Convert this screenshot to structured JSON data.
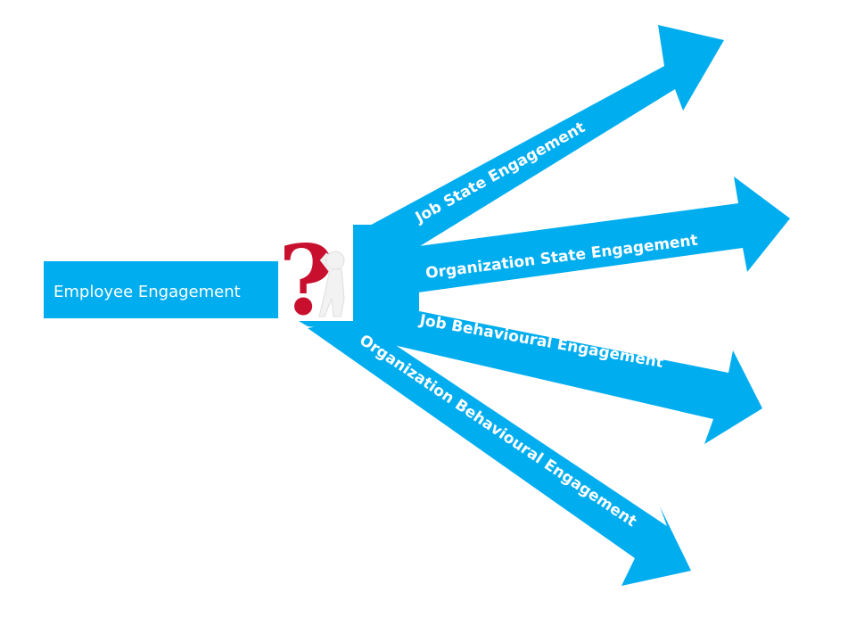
{
  "colors": {
    "arrow": "#00adef",
    "question": "#c8102e",
    "figure": "#f2f2f2"
  },
  "root": {
    "label": "Employee Engagement"
  },
  "branches": [
    {
      "label": "Job State Engagement"
    },
    {
      "label": "Organization  State Engagement"
    },
    {
      "label": "Job Behavioural Engagement"
    },
    {
      "label": "Organization Behavioural Engagement"
    }
  ],
  "figure": {
    "icon": "question-mark-thinker-icon",
    "glyph": "?"
  }
}
